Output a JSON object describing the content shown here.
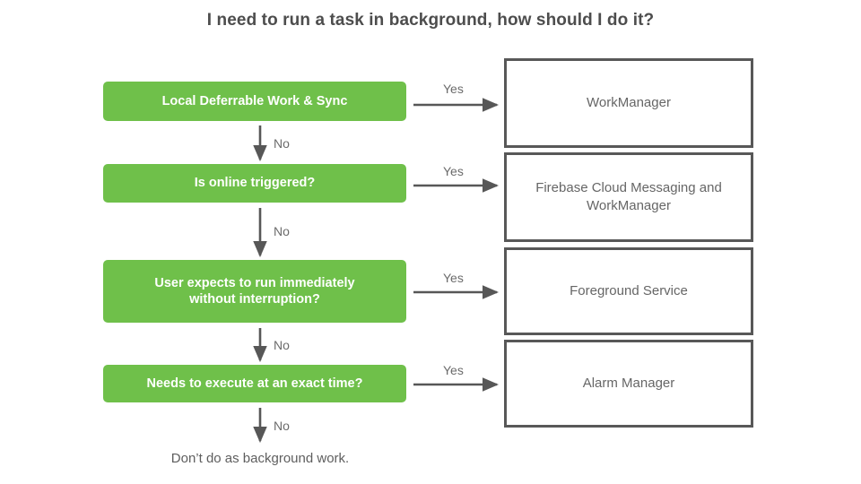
{
  "title": "I need to run a task in background, how should I do it?",
  "colors": {
    "decision_fill": "#6fc04a",
    "decision_text": "#ffffff",
    "outcome_border": "#585858",
    "outcome_text": "#666666",
    "arrow": "#575757",
    "title_text": "#4d4d4d",
    "label_text": "#6b6b6b",
    "background": "#ffffff"
  },
  "labels": {
    "yes": "Yes",
    "no": "No"
  },
  "decisions": [
    {
      "id": "local-deferrable-work-sync",
      "text": "Local Deferrable Work & Sync"
    },
    {
      "id": "is-online-triggered",
      "text": "Is online triggered?"
    },
    {
      "id": "run-immediately-without-interruption",
      "line1": "User expects to run immediately",
      "line2": "without interruption?"
    },
    {
      "id": "needs-exact-time",
      "text": "Needs to execute at an exact time?"
    }
  ],
  "outcomes": [
    {
      "id": "workmanager",
      "text": "WorkManager"
    },
    {
      "id": "firebase-cloud-messaging-and-workmanager",
      "line1": "Firebase Cloud Messaging and",
      "line2": "WorkManager"
    },
    {
      "id": "foreground-service",
      "text": "Foreground Service"
    },
    {
      "id": "alarm-manager",
      "text": "Alarm Manager"
    }
  ],
  "terminal": {
    "text": "Don’t do as background work."
  },
  "chart_data": {
    "type": "diagram",
    "title": "I need to run a task in background, how should I do it?",
    "nodes": [
      {
        "id": "d1",
        "kind": "decision",
        "label": "Local Deferrable Work & Sync"
      },
      {
        "id": "d2",
        "kind": "decision",
        "label": "Is online triggered?"
      },
      {
        "id": "d3",
        "kind": "decision",
        "label": "User expects to run immediately without interruption?"
      },
      {
        "id": "d4",
        "kind": "decision",
        "label": "Needs to execute at an exact time?"
      },
      {
        "id": "o1",
        "kind": "outcome",
        "label": "WorkManager"
      },
      {
        "id": "o2",
        "kind": "outcome",
        "label": "Firebase Cloud Messaging and WorkManager"
      },
      {
        "id": "o3",
        "kind": "outcome",
        "label": "Foreground Service"
      },
      {
        "id": "o4",
        "kind": "outcome",
        "label": "Alarm Manager"
      },
      {
        "id": "t1",
        "kind": "terminal",
        "label": "Don’t do as background work."
      }
    ],
    "edges": [
      {
        "from": "d1",
        "to": "o1",
        "label": "Yes"
      },
      {
        "from": "d1",
        "to": "d2",
        "label": "No"
      },
      {
        "from": "d2",
        "to": "o2",
        "label": "Yes"
      },
      {
        "from": "d2",
        "to": "d3",
        "label": "No"
      },
      {
        "from": "d3",
        "to": "o3",
        "label": "Yes"
      },
      {
        "from": "d3",
        "to": "d4",
        "label": "No"
      },
      {
        "from": "d4",
        "to": "o4",
        "label": "Yes"
      },
      {
        "from": "d4",
        "to": "t1",
        "label": "No"
      }
    ]
  }
}
